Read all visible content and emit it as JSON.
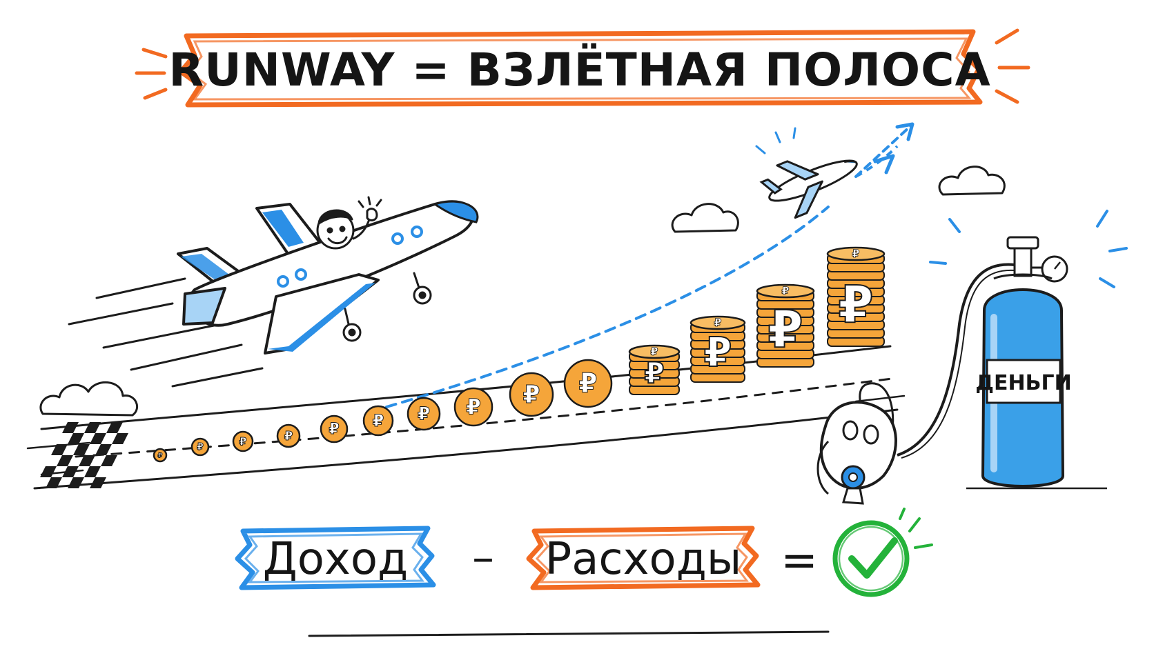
{
  "title": "RUNWAY = ВЗЛЁТНАЯ ПОЛОСА",
  "tank_label": "ДЕНЬГИ",
  "coin_symbol": "₽",
  "formula": {
    "term1": "Доход",
    "operator_minus": "–",
    "term2": "Расходы",
    "operator_equals": "=",
    "result_icon": "checkmark-circle-icon"
  },
  "colors": {
    "accent_orange": "#f26a21",
    "accent_blue": "#2b8fe6",
    "coin": "#f5a53a",
    "tank": "#3aa0e8",
    "check_green": "#24b23a",
    "ink": "#1c1c1c"
  },
  "icons": [
    "airplane-icon",
    "pilot-icon",
    "small-airplane-icon",
    "cloud-icon",
    "coin-stack-icon",
    "oxygen-mask-icon",
    "gas-tank-icon",
    "checkmark-circle-icon",
    "finish-flag-icon"
  ]
}
